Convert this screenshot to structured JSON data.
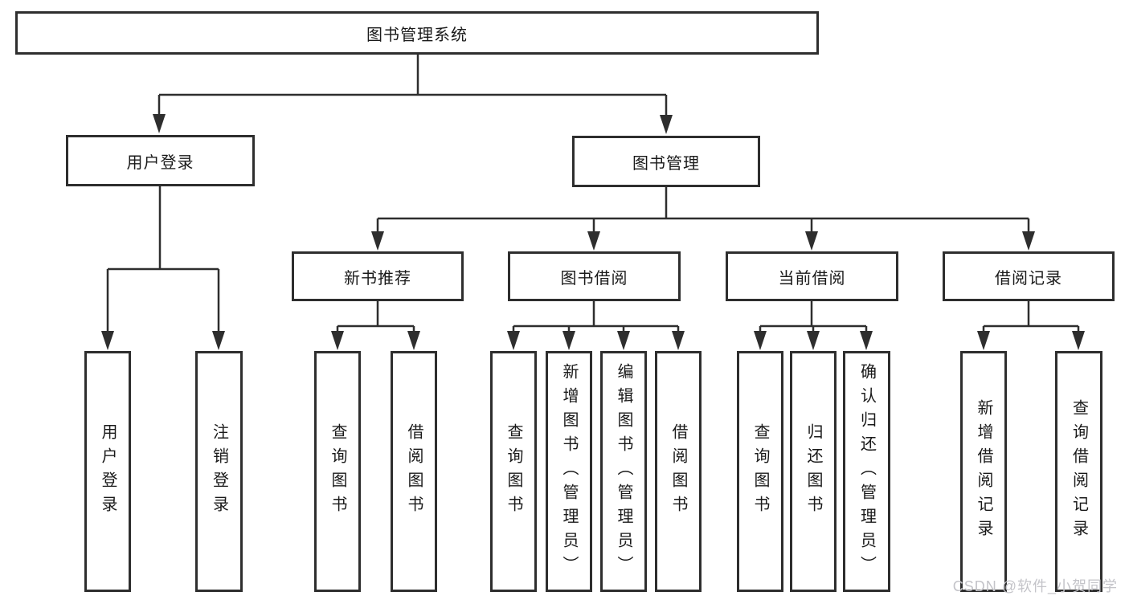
{
  "tree": {
    "root": {
      "label": "图书管理系统"
    },
    "branches": [
      {
        "label": "用户登录",
        "children": [
          {
            "label": "用户登录"
          },
          {
            "label": "注销登录"
          }
        ]
      },
      {
        "label": "图书管理",
        "children": [
          {
            "label": "新书推荐",
            "children": [
              {
                "label": "查询图书"
              },
              {
                "label": "借阅图书"
              }
            ]
          },
          {
            "label": "图书借阅",
            "children": [
              {
                "label": "查询图书"
              },
              {
                "label": "新增图书（管理员）"
              },
              {
                "label": "编辑图书（管理员）"
              },
              {
                "label": "借阅图书"
              }
            ]
          },
          {
            "label": "当前借阅",
            "children": [
              {
                "label": "查询图书"
              },
              {
                "label": "归还图书"
              },
              {
                "label": "确认归还（管理员）"
              }
            ]
          },
          {
            "label": "借阅记录",
            "children": [
              {
                "label": "新增借阅记录"
              },
              {
                "label": "查询借阅记录"
              }
            ]
          }
        ]
      }
    ]
  },
  "watermark": {
    "text": "CSDN @软件_小贺同学"
  },
  "colors": {
    "background": "#ffffff",
    "line": "#2e2e2e",
    "box_border": "#2e2e2e",
    "box_fill": "#ffffff",
    "text": "#1a1a1a",
    "watermark": "#c4c4c9"
  }
}
